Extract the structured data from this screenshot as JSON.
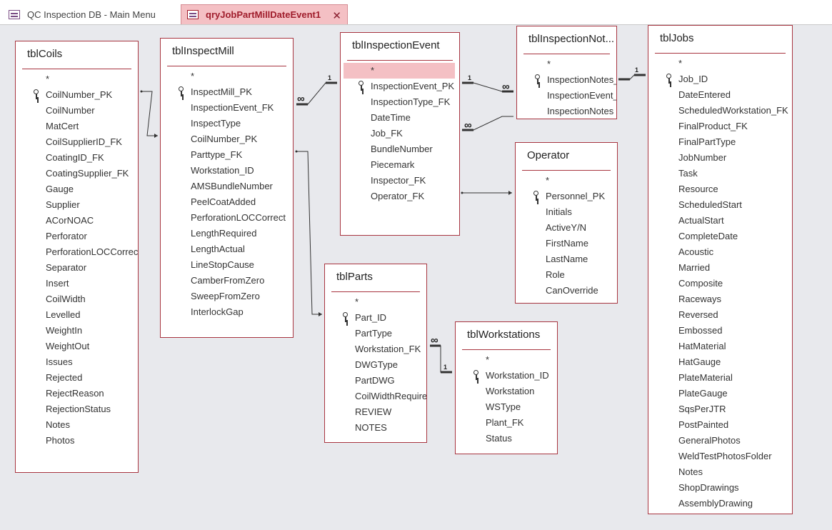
{
  "tabs": [
    {
      "label": "QC Inspection DB - Main Menu",
      "icon": "form-icon"
    },
    {
      "label": "qryJobPartMillDateEvent1",
      "icon": "query-icon",
      "active": true
    }
  ],
  "close_glyph": "✕",
  "cardinality": {
    "one": "1",
    "many": "∞"
  },
  "tables": {
    "tblCoils": {
      "title": "tblCoils",
      "fields": [
        "*",
        "CoilNumber_PK",
        "CoilNumber",
        "MatCert",
        "CoilSupplierID_FK",
        "CoatingID_FK",
        "CoatingSupplier_FK",
        "Gauge",
        "Supplier",
        "ACorNOAC",
        "Perforator",
        "PerforationLOCCorrect",
        "Separator",
        "Insert",
        "CoilWidth",
        "Levelled",
        "WeightIn",
        "WeightOut",
        "Issues",
        "Rejected",
        "RejectReason",
        "RejectionStatus",
        "Notes",
        "Photos"
      ],
      "key_field": "CoilNumber_PK"
    },
    "tblInspectMill": {
      "title": "tblInspectMill",
      "fields": [
        "*",
        "InspectMill_PK",
        "InspectionEvent_FK",
        "InspectType",
        "CoilNumber_PK",
        "Parttype_FK",
        "Workstation_ID",
        "AMSBundleNumber",
        "PeelCoatAdded",
        "PerforationLOCCorrect",
        "LengthRequired",
        "LengthActual",
        "LineStopCause",
        "CamberFromZero",
        "SweepFromZero",
        "InterlockGap"
      ],
      "key_field": "InspectMill_PK"
    },
    "tblInspectionEvent": {
      "title": "tblInspectionEvent",
      "fields": [
        "*",
        "InspectionEvent_PK",
        "InspectionType_FK",
        "DateTime",
        "Job_FK",
        "BundleNumber",
        "Piecemark",
        "Inspector_FK",
        "Operator_FK"
      ],
      "key_field": "InspectionEvent_PK",
      "selected_field": "*"
    },
    "tblInspectionNotes": {
      "title": "tblInspectionNot...",
      "fields": [
        "*",
        "InspectionNotes_",
        "InspectionEvent_",
        "InspectionNotes"
      ],
      "key_field": "InspectionNotes_"
    },
    "tblJobs": {
      "title": "tblJobs",
      "fields": [
        "*",
        "Job_ID",
        "DateEntered",
        "ScheduledWorkstation_FK",
        "FinalProduct_FK",
        "FinalPartType",
        "JobNumber",
        "Task",
        "Resource",
        "ScheduledStart",
        "ActualStart",
        "CompleteDate",
        "Acoustic",
        "Married",
        "Composite",
        "Raceways",
        "Reversed",
        "Embossed",
        "HatMaterial",
        "HatGauge",
        "PlateMaterial",
        "PlateGauge",
        "SqsPerJTR",
        "PostPainted",
        "GeneralPhotos",
        "WeldTestPhotosFolder",
        "Notes",
        "ShopDrawings",
        "AssemblyDrawing"
      ],
      "key_field": "Job_ID"
    },
    "Operator": {
      "title": "Operator",
      "fields": [
        "*",
        "Personnel_PK",
        "Initials",
        "ActiveY/N",
        "FirstName",
        "LastName",
        "Role",
        "CanOverride"
      ],
      "key_field": "Personnel_PK"
    },
    "tblParts": {
      "title": "tblParts",
      "fields": [
        "*",
        "Part_ID",
        "PartType",
        "Workstation_FK",
        "DWGType",
        "PartDWG",
        "CoilWidthRequired",
        "REVIEW",
        "NOTES"
      ],
      "key_field": "Part_ID"
    },
    "tblWorkstations": {
      "title": "tblWorkstations",
      "fields": [
        "*",
        "Workstation_ID",
        "Workstation",
        "WSType",
        "Plant_FK",
        "Status"
      ],
      "key_field": "Workstation_ID"
    }
  }
}
